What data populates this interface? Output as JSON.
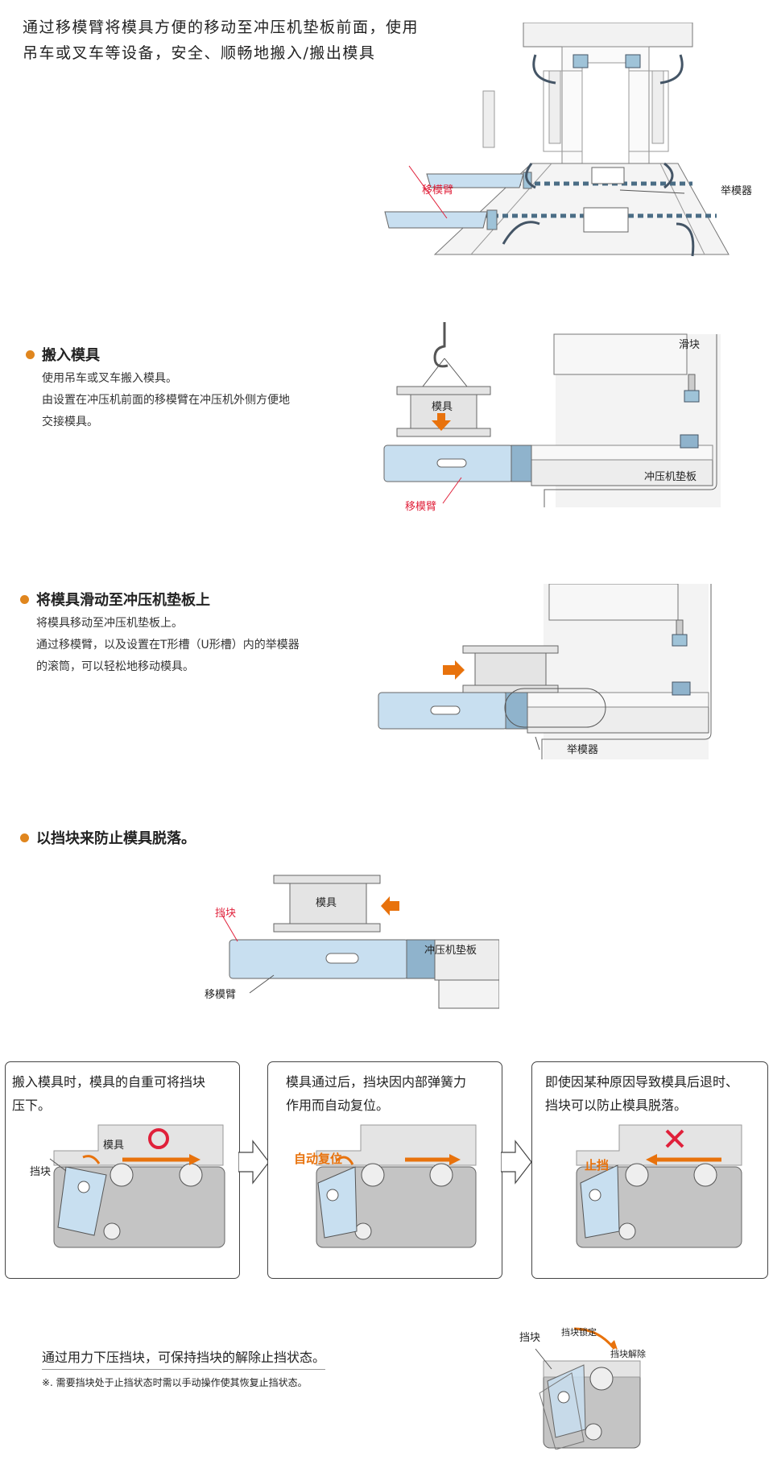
{
  "intro": {
    "line1": "通过移模臂将模具方便的移动至冲压机垫板前面，使用",
    "line2": "吊车或叉车等设备，安全、顺畅地搬入/搬出模具"
  },
  "fig1": {
    "label_arm": "移模臂",
    "label_lifter": "举模器"
  },
  "section1": {
    "title": "搬入模具",
    "line1": "使用吊车或叉车搬入模具。",
    "line2": "由设置在冲压机前面的移模臂在冲压机外侧方便地",
    "line3": "交接模具。",
    "fig": {
      "label_slide": "滑块",
      "label_die": "模具",
      "label_bolster": "冲压机垫板",
      "label_arm": "移模臂"
    }
  },
  "section2": {
    "title": "将模具滑动至冲压机垫板上",
    "line1": "将模具移动至冲压机垫板上。",
    "line2": "通过移模臂，以及设置在T形槽（U形槽）内的举模器",
    "line3": "的滚筒，可以轻松地移动模具。",
    "fig": {
      "label_lifter": "举模器"
    }
  },
  "section3": {
    "title": "以挡块来防止模具脱落。",
    "fig": {
      "label_stopper": "挡块",
      "label_die": "模具",
      "label_bolster": "冲压机垫板",
      "label_arm": "移模臂"
    }
  },
  "panels": [
    {
      "line1": "搬入模具时，模具的自重可将挡块",
      "line2": "压下。",
      "label_die": "模具",
      "label_stopper": "挡块"
    },
    {
      "line1": "模具通过后，挡块因内部弹簧力",
      "line2": "作用而自动复位。",
      "label_reset": "自动复位"
    },
    {
      "line1": "即使因某种原因导致模具后退时、",
      "line2": "挡块可以防止模具脱落。",
      "label_stop": "止挡"
    }
  ],
  "note": {
    "main": "通过用力下压挡块，可保持挡块的解除止挡状态。",
    "sub": "※. 需要挡块处于止挡状态时需以手动操作使其恢复止挡状态。",
    "fig": {
      "label_stopper": "挡块",
      "label_lock": "挡块锁定",
      "label_release": "挡块解除"
    }
  },
  "colors": {
    "accent_orange": "#e8720c",
    "bullet": "#e0861e",
    "label_red": "#e0203a",
    "part_blue": "#c8dff0",
    "arrow_outline": "#444444"
  }
}
